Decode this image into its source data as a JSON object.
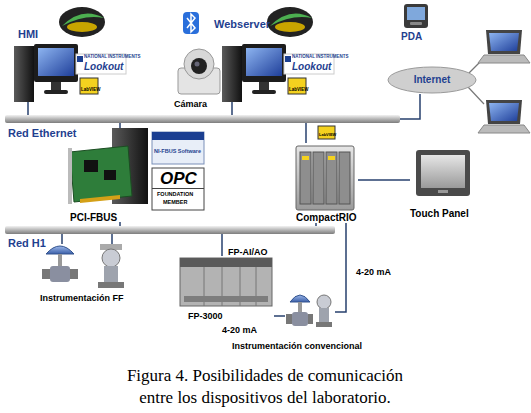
{
  "diagram": {
    "caption": "Figura 4. Posibilidades de comunicación entre los dispositivos del laboratorio.",
    "nodes": [
      {
        "text": [
          "HMI"
        ]
      },
      {
        "text": [
          "Cámara"
        ]
      },
      {
        "text": [
          "Webserver"
        ]
      },
      {
        "text": [
          "PDA"
        ]
      },
      {
        "text": [
          "Internet"
        ]
      },
      {
        "text": [
          "Red Ethernet"
        ]
      },
      {
        "text": [
          "PCI-FBUS"
        ]
      },
      {
        "text": [
          "CompactRIO"
        ]
      },
      {
        "text": [
          "Touch Panel"
        ]
      },
      {
        "text": [
          "Red H1"
        ]
      },
      {
        "text": [
          "Instrumentación FF"
        ]
      },
      {
        "text": [
          "FP-AI/AO",
          "FP-3000"
        ]
      },
      {
        "text": [
          "Instrumentación convencional"
        ]
      }
    ],
    "edges": [
      {
        "from": 0,
        "to": 5,
        "arrow": "none"
      },
      {
        "from": 2,
        "to": 5,
        "arrow": "none"
      },
      {
        "from": 5,
        "to": 4,
        "arrow": "none"
      },
      {
        "from": 5,
        "to": 6,
        "arrow": "none"
      },
      {
        "from": 5,
        "to": 7,
        "arrow": "none"
      },
      {
        "from": 6,
        "to": 9,
        "arrow": "none"
      },
      {
        "from": 7,
        "to": 9,
        "arrow": "none"
      },
      {
        "from": 7,
        "to": 8,
        "arrow": "none"
      },
      {
        "from": 10,
        "to": 9,
        "arrow": "none"
      },
      {
        "from": 10,
        "to": 9,
        "arrow": "none"
      },
      {
        "from": 11,
        "to": 9,
        "arrow": "none"
      },
      {
        "from": 11,
        "to": 12,
        "label": "4-20 mA",
        "arrow": "none"
      },
      {
        "from": 7,
        "to": 12,
        "label": "4-20 mA",
        "arrow": "none"
      }
    ],
    "labels": [
      "NATIONAL INSTRUMENTS",
      "Lookout",
      "LabVIEW",
      "NATIONAL INSTRUMENTS",
      "Lookout",
      "LabVIEW",
      "LabVIEW",
      "NI-FBUS Software",
      "OPC",
      "FOUNDATION",
      "MEMBER"
    ]
  }
}
